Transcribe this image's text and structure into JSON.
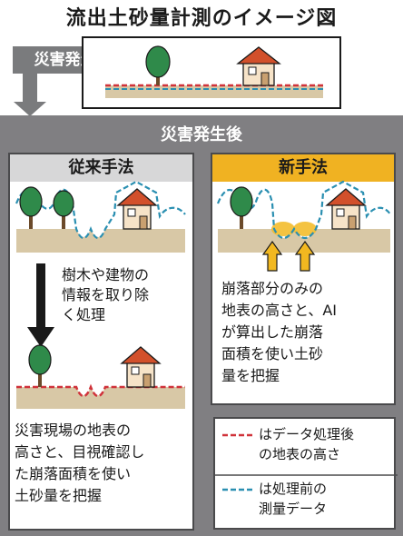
{
  "title": "流出土砂量計測のイメージ図",
  "before": {
    "label": "災害発生前"
  },
  "after": {
    "label": "災害発生後",
    "conventional": {
      "header": "従来手法",
      "step_lines": [
        "樹木や建物の",
        "情報を取り除",
        "く処理"
      ],
      "desc_lines": [
        "災害現場の地表の",
        "高さと、目視確認し",
        "た崩落面積を使い",
        "土砂量を把握"
      ]
    },
    "new_method": {
      "header": "新手法",
      "desc_lines": [
        "崩落部分のみの",
        "地表の高さと、AI",
        "が算出した崩落",
        "面積を使い土砂",
        "量を把握"
      ]
    }
  },
  "legend": {
    "red_lines": [
      "はデータ処理後",
      "の地表の高さ"
    ],
    "blue_lines": [
      "は処理前の",
      "測量データ"
    ]
  },
  "colors": {
    "red_line": "#d0323a",
    "blue_line": "#2a8fb1",
    "tree": "#2f8a4a",
    "house_roof": "#d2502b",
    "ground": "#d8c8a6",
    "highlight": "#f2b820",
    "panel_gray": "#807f82",
    "header_gray": "#d7d7d8",
    "header_orange": "#f0b222"
  },
  "icons": [
    "tree-icon",
    "house-icon",
    "down-arrow-icon",
    "up-arrow-icon"
  ]
}
